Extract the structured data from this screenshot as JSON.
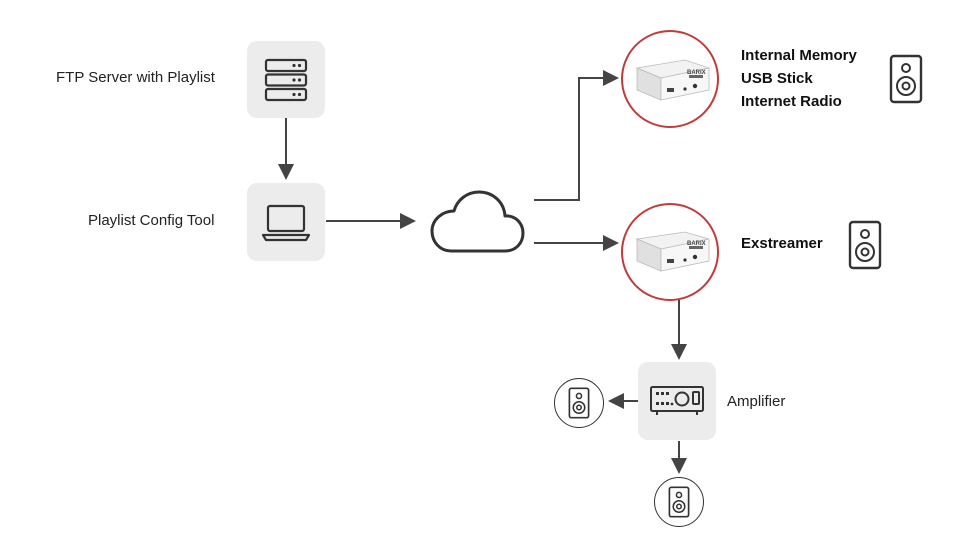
{
  "labels": {
    "ftp_server": "FTP Server with Playlist",
    "config_tool": "Playlist Config Tool",
    "amplifier": "Amplifier"
  },
  "device_top": {
    "sources": [
      "Internal Memory",
      "USB Stick",
      "Internet Radio"
    ],
    "brand": "BARIX"
  },
  "device_bottom": {
    "name": "Exstreamer",
    "brand": "BARIX"
  },
  "colors": {
    "accent_ring": "#c23a3a",
    "tile_bg": "#ececec",
    "line": "#444444"
  },
  "icons": [
    "server-icon",
    "laptop-icon",
    "cloud-icon",
    "speaker-icon",
    "amplifier-icon"
  ]
}
